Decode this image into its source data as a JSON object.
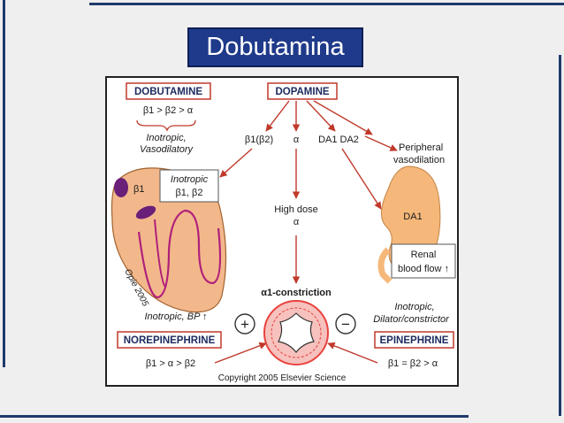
{
  "slide": {
    "title": "Dobutamina"
  },
  "diagram": {
    "dobutamine_label": "DOBUTAMINE",
    "dobutamine_selectivity": "β1 > β2 > α",
    "dobutamine_effect_line1": "Inotropic,",
    "dobutamine_effect_line2": "Vasodilatory",
    "dopamine_label": "DOPAMINE",
    "receptor_beta": "β1(β2)",
    "receptor_alpha": "α",
    "receptor_da": "DA1 DA2",
    "peripheral_line1": "Peripheral",
    "peripheral_line2": "vasodilation",
    "heart_beta1": "β1",
    "inotropic_box_line1": "Inotropic",
    "inotropic_box_line2": "β1, β2",
    "high_dose_line1": "High dose",
    "high_dose_line2": "α",
    "kidney_da1": "DA1",
    "renal_line1": "Renal",
    "renal_line2": "blood flow ↑",
    "opie_credit": "Opie 2005",
    "alpha_constriction": "α1-constriction",
    "inotropic_bp": "Inotropic, BP ↑",
    "inotropic_dilator_line1": "Inotropic,",
    "inotropic_dilator_line2": "Dilator/constrictor",
    "norepinephrine_label": "NOREPINEPHRINE",
    "norepinephrine_selectivity": "β1 > α > β2",
    "epinephrine_label": "EPINEPHRINE",
    "epinephrine_selectivity": "β1 = β2 > α",
    "plus_sign": "+",
    "minus_sign": "−",
    "copyright": "Copyright 2005 Elsevier Science"
  },
  "colors": {
    "frame_lines": "#1f3a6b",
    "title_fill": "#1f3a8a",
    "arrows": "#c0392b",
    "heart": "#f2b88c",
    "heart_lines": "#b0207a",
    "kidney": "#f5b87a",
    "vessel_ring": "#e8433f"
  }
}
